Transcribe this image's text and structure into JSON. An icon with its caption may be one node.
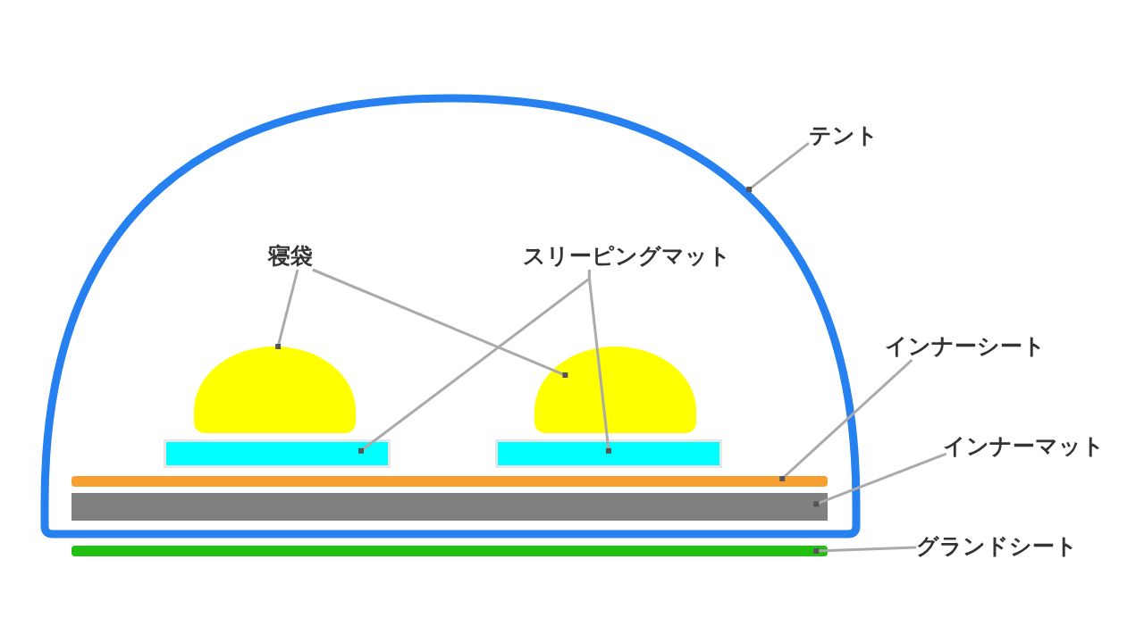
{
  "diagram": {
    "nodes": [
      {
        "text": [
          "テント"
        ]
      },
      {
        "text": [],
        "shape": "dome"
      },
      {
        "text": [
          "寝袋"
        ],
        "in": 1
      },
      {
        "text": [
          "スリーピングマット"
        ],
        "in": 1
      },
      {
        "text": [],
        "shape": "dome",
        "in": 1
      },
      {
        "text": [],
        "shape": "dome",
        "in": 1
      },
      {
        "text": [],
        "shape": "bar",
        "in": 1
      },
      {
        "text": [],
        "shape": "bar",
        "in": 1
      },
      {
        "text": [
          "インナーシート"
        ]
      },
      {
        "text": [],
        "shape": "bar",
        "in": 1
      },
      {
        "text": [
          "インナーマット"
        ]
      },
      {
        "text": [],
        "shape": "bar",
        "in": 1
      },
      {
        "text": [
          "グランドシート"
        ]
      },
      {
        "text": [],
        "shape": "bar"
      }
    ],
    "edges": [
      {
        "from": 0,
        "to": 1,
        "arrow": "other"
      },
      {
        "from": 2,
        "to": 4,
        "arrow": "other"
      },
      {
        "from": 2,
        "to": 5,
        "arrow": "other"
      },
      {
        "from": 3,
        "to": 6,
        "arrow": "other"
      },
      {
        "from": 3,
        "to": 7,
        "arrow": "other"
      },
      {
        "from": 8,
        "to": 9,
        "arrow": "other"
      },
      {
        "from": 10,
        "to": 11,
        "arrow": "other"
      },
      {
        "from": 12,
        "to": 13,
        "arrow": "other"
      }
    ]
  }
}
